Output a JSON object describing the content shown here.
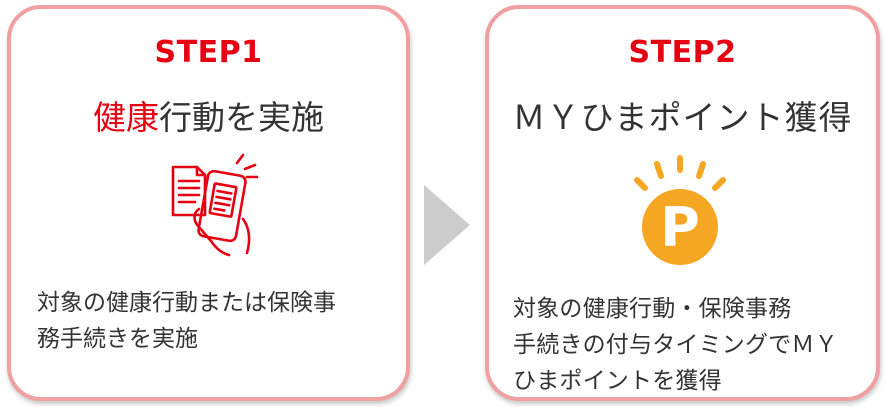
{
  "colors": {
    "accent": "#e60012",
    "border": "#f0a0a0",
    "arrow": "#cccccc",
    "point_coin": "#f5a623",
    "text": "#333333"
  },
  "steps": [
    {
      "label": "STEP1",
      "title_accent": "健康",
      "title_rest": "行動を実施",
      "icon": "phone-documents-icon",
      "description_lines": [
        "対象の健康行動または保険事",
        "務手続きを実施"
      ]
    },
    {
      "label": "STEP2",
      "title": "ＭＹひまポイント獲得",
      "icon": "point-coin-icon",
      "coin_letter": "P",
      "description_lines": [
        "対象の健康行動・保険事務",
        "手続きの付与タイミングでＭＹ",
        "ひまポイントを獲得"
      ]
    }
  ],
  "arrow_icon": "triangle-right-icon"
}
